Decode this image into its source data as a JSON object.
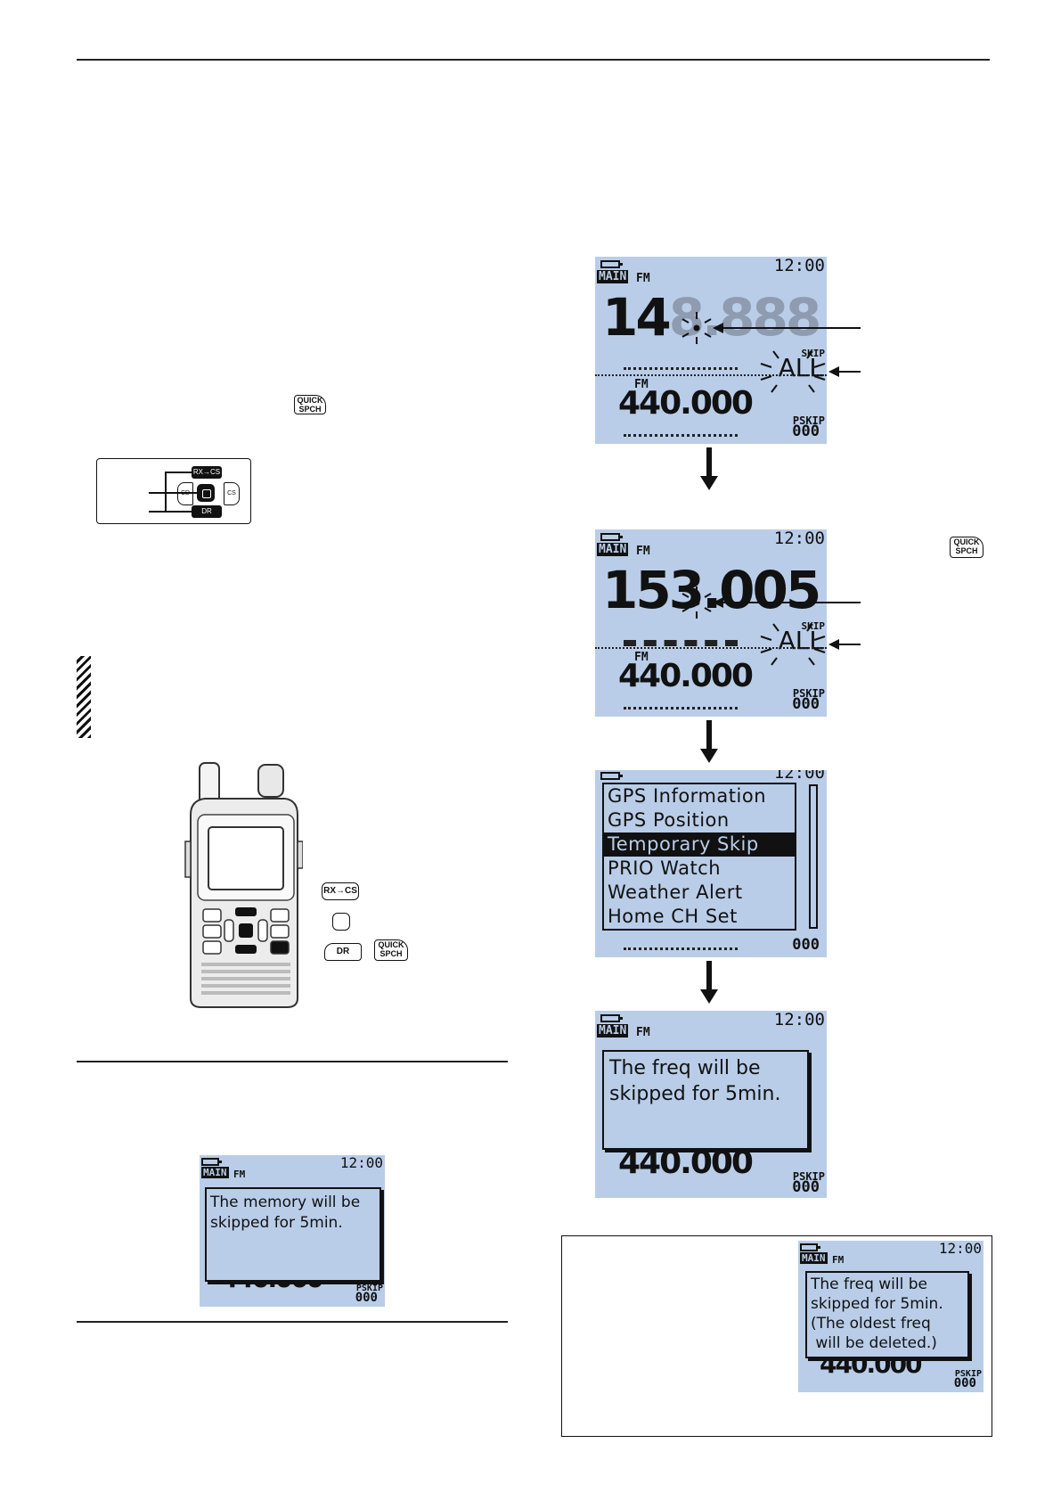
{
  "keys": {
    "quick_line1": "QUICK",
    "quick_line2": "SPCH",
    "rxcs": "RX→CS",
    "dr": "DR",
    "cd": "CD",
    "cs": "CS"
  },
  "lcd_common": {
    "clock": "12:00",
    "main_tag": "MAIN",
    "fm": "FM",
    "sub_freq": "440.000",
    "pskip": "PSKIP",
    "ch": "000",
    "skip": "SKIP",
    "all": "ALL"
  },
  "screen1": {
    "freq_prefix": "14",
    "freq_ghost": "8.888"
  },
  "screen2": {
    "freq": "153.005"
  },
  "menu": {
    "items": [
      "GPS Information",
      "GPS Position",
      "Temporary Skip",
      "PRIO Watch",
      "Weather Alert",
      "Home CH Set"
    ],
    "selected_index": 2
  },
  "screen4": {
    "line1": "The freq will be",
    "line2": "skipped for 5min."
  },
  "screen_memory": {
    "line1": "The memory will be",
    "line2": "skipped for 5min."
  },
  "screen_box": {
    "line1": "The freq will be",
    "line2": "skipped for 5min.",
    "line3": "(The oldest freq",
    "line4": " will be deleted.)"
  }
}
